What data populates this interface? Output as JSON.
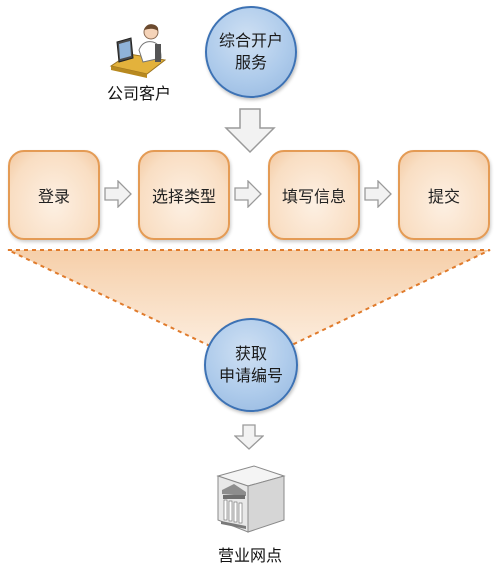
{
  "top_service": {
    "line1": "综合开户",
    "line2": "服务"
  },
  "client_label": "公司客户",
  "steps": [
    {
      "label": "登录"
    },
    {
      "label": "选择类型"
    },
    {
      "label": "填写信息"
    },
    {
      "label": "提交"
    }
  ],
  "result": {
    "line1": "获取",
    "line2": "申请编号"
  },
  "branch_label": "营业网点",
  "colors": {
    "circle_border": "#3d72b4",
    "circle_fill": "#aecbeb",
    "step_border": "#e49b55",
    "step_fill": "#f9dec3",
    "arrow_fill": "#f2f2f2",
    "arrow_stroke": "#9a9a9a",
    "funnel_fill": "#f8dcc0",
    "funnel_dash": "#e07b2c"
  },
  "icons": {
    "client": "person-at-computer-icon",
    "branch": "bank-building-icon"
  }
}
